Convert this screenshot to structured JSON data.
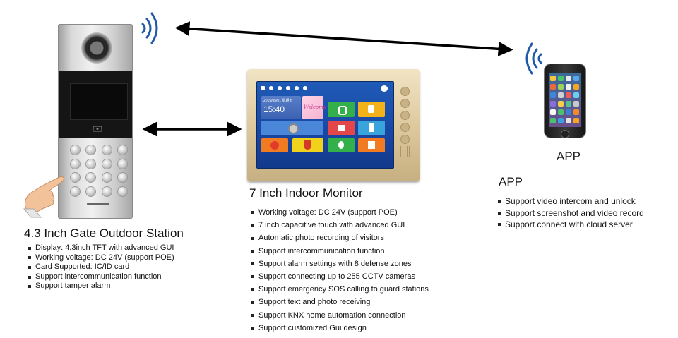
{
  "outdoor_station": {
    "title": "4.3 Inch Gate Outdoor Station",
    "features": [
      "Display: 4.3inch TFT with advanced GUI",
      "Working voltage: DC 24V (support POE)",
      "Card Supported: IC/ID card",
      "Support intercommunication function",
      "Support tamper alarm"
    ]
  },
  "indoor_monitor": {
    "title": "7 Inch Indoor Monitor",
    "screen_date": "2015/05/01",
    "screen_weekday": "星期五",
    "screen_time": "15:40",
    "screen_welcome": "Welcome",
    "features": [
      "Working voltage: DC 24V (support POE)",
      "7 inch capacitive touch with advanced GUI",
      "Automatic photo recording of visitors",
      "Support intercommunication function",
      "Support alarm settings with 8 defense zones",
      "Support connecting up to 255 CCTV cameras",
      "Support emergency SOS calling to guard stations",
      "Support text and photo receiving",
      "Support KNX home automation connection",
      "Support customized Gui design"
    ]
  },
  "app": {
    "phone_label": "APP",
    "title": "APP",
    "features": [
      "Support video intercom and unlock",
      "Support screenshot and video record",
      "Support connect with cloud server"
    ]
  },
  "colors": {
    "wireless_signal": "#1e5aa8",
    "arrow": "#000000",
    "monitor_screen": "#1a4ea8"
  },
  "icons": {
    "wireless": "wifi-waves-icon",
    "hand": "pointing-hand-icon"
  }
}
